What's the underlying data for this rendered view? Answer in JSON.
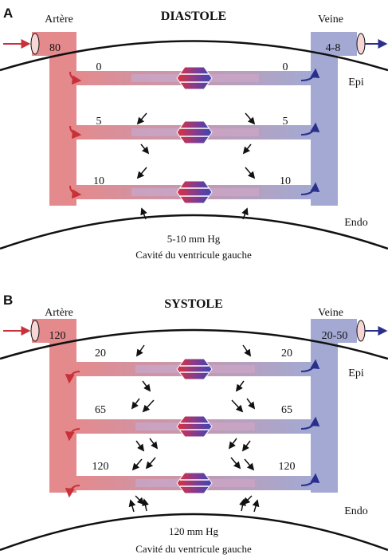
{
  "colors": {
    "artery": "#e48a8d",
    "vein": "#a3a9d3",
    "artery_dark": "#c8313a",
    "vein_dark": "#2a2f8c",
    "outline": "#111111"
  },
  "panels": [
    {
      "letter": "A",
      "title": "DIASTOLE",
      "artery_label": "Artère",
      "vein_label": "Veine",
      "artery_pressure": "80",
      "vein_pressure": "4-8",
      "layers": [
        "Epi",
        "Endo"
      ],
      "branch_pressures": [
        "0",
        "5",
        "10"
      ],
      "cavity_pressure": "5-10 mm Hg",
      "cavity_label": "Cavité du ventricule gauche"
    },
    {
      "letter": "B",
      "title": "SYSTOLE",
      "artery_label": "Artère",
      "vein_label": "Veine",
      "artery_pressure": "120",
      "vein_pressure": "20-50",
      "layers": [
        "Epi",
        "Endo"
      ],
      "branch_pressures": [
        "20",
        "65",
        "120"
      ],
      "cavity_pressure": "120 mm Hg",
      "cavity_label": "Cavité du ventricule gauche"
    }
  ]
}
